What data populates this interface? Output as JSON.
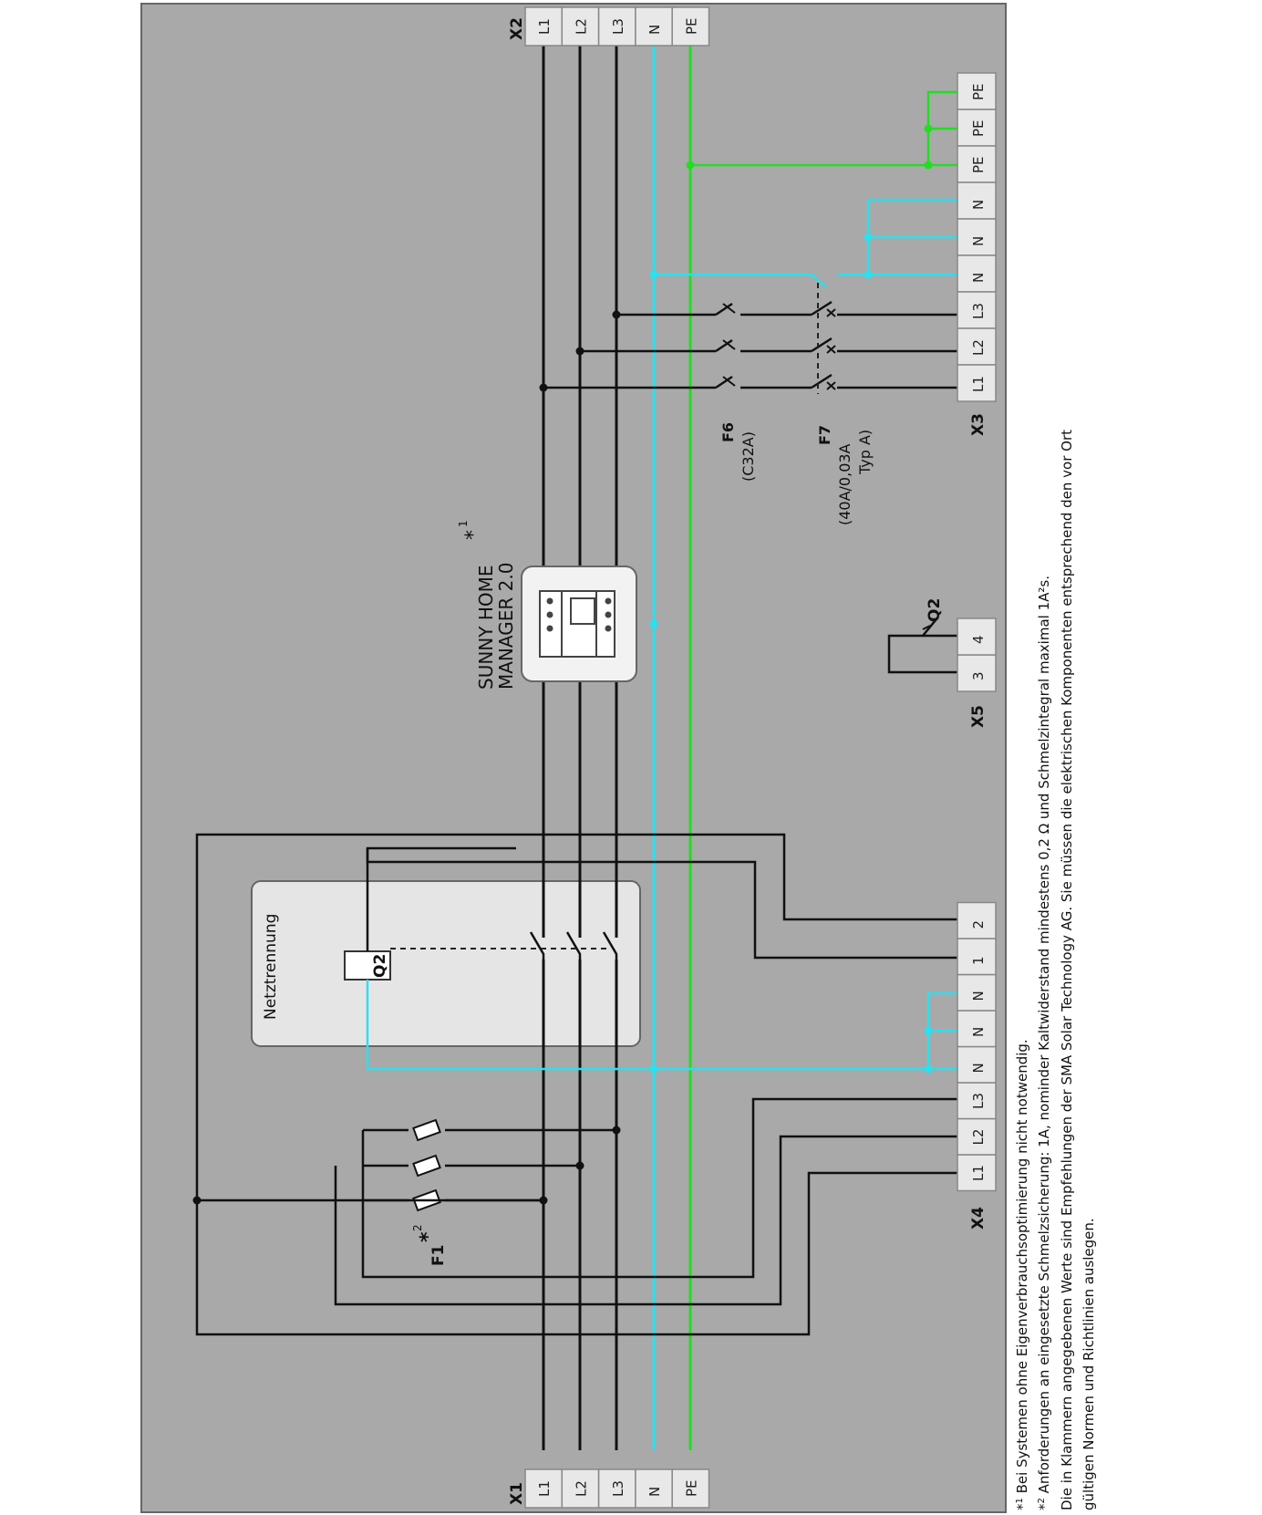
{
  "terminals": {
    "x1": {
      "name": "X1",
      "pins": [
        "L1",
        "L2",
        "L3",
        "N",
        "PE"
      ]
    },
    "x2": {
      "name": "X2",
      "pins": [
        "L1",
        "L2",
        "L3",
        "N",
        "PE"
      ]
    },
    "x3": {
      "name": "X3",
      "pins": [
        "L1",
        "L2",
        "L3",
        "N",
        "N",
        "N",
        "PE",
        "PE",
        "PE"
      ]
    },
    "x4": {
      "name": "X4",
      "pins": [
        "L1",
        "L2",
        "L3",
        "N",
        "N",
        "N",
        "1",
        "2"
      ]
    },
    "x5": {
      "name": "X5",
      "pins": [
        "3",
        "4"
      ]
    }
  },
  "components": {
    "f1": {
      "name": "F1",
      "mark": "*",
      "sup": "2"
    },
    "f6": {
      "name": "F6",
      "rating": "(C32A)"
    },
    "f7": {
      "name": "F7",
      "rating": "(40A/0,03A",
      "type": "Typ A)"
    },
    "q2_relay": {
      "name": "Q2"
    },
    "q2_contact": {
      "name": "Q2"
    },
    "netztrennung": {
      "label": "Netztrennung"
    },
    "manager": {
      "line1": "SUNNY HOME",
      "line2": "MANAGER 2.0",
      "mark": "*",
      "sup": "1"
    }
  },
  "footnotes": [
    {
      "mark": "*",
      "sup": "1",
      "text": " Bei Systemen ohne Eigenverbrauchsoptimierung nicht notwendig."
    },
    {
      "mark": "*",
      "sup": "2",
      "text": " Anforderungen an eingesetzte Schmelzsicherung: 1A, nominder Kaltwiderstand mindestens 0,2 Ω und Schmelzintegral maximal 1A²s."
    },
    {
      "text": "Die in Klammern angegebenen Werte sind Empfehlungen der SMA Solar Technology AG. Sie müssen die elektrischen Komponenten entsprechend den vor Ort"
    },
    {
      "text": "gültigen Normen und Richtlinien auslegen."
    }
  ],
  "colors": {
    "panel": "#a9a9a9",
    "phase": "#111111",
    "neutral": "#2be0ef",
    "pe": "#22dd22",
    "box": "#e5e5e5"
  }
}
